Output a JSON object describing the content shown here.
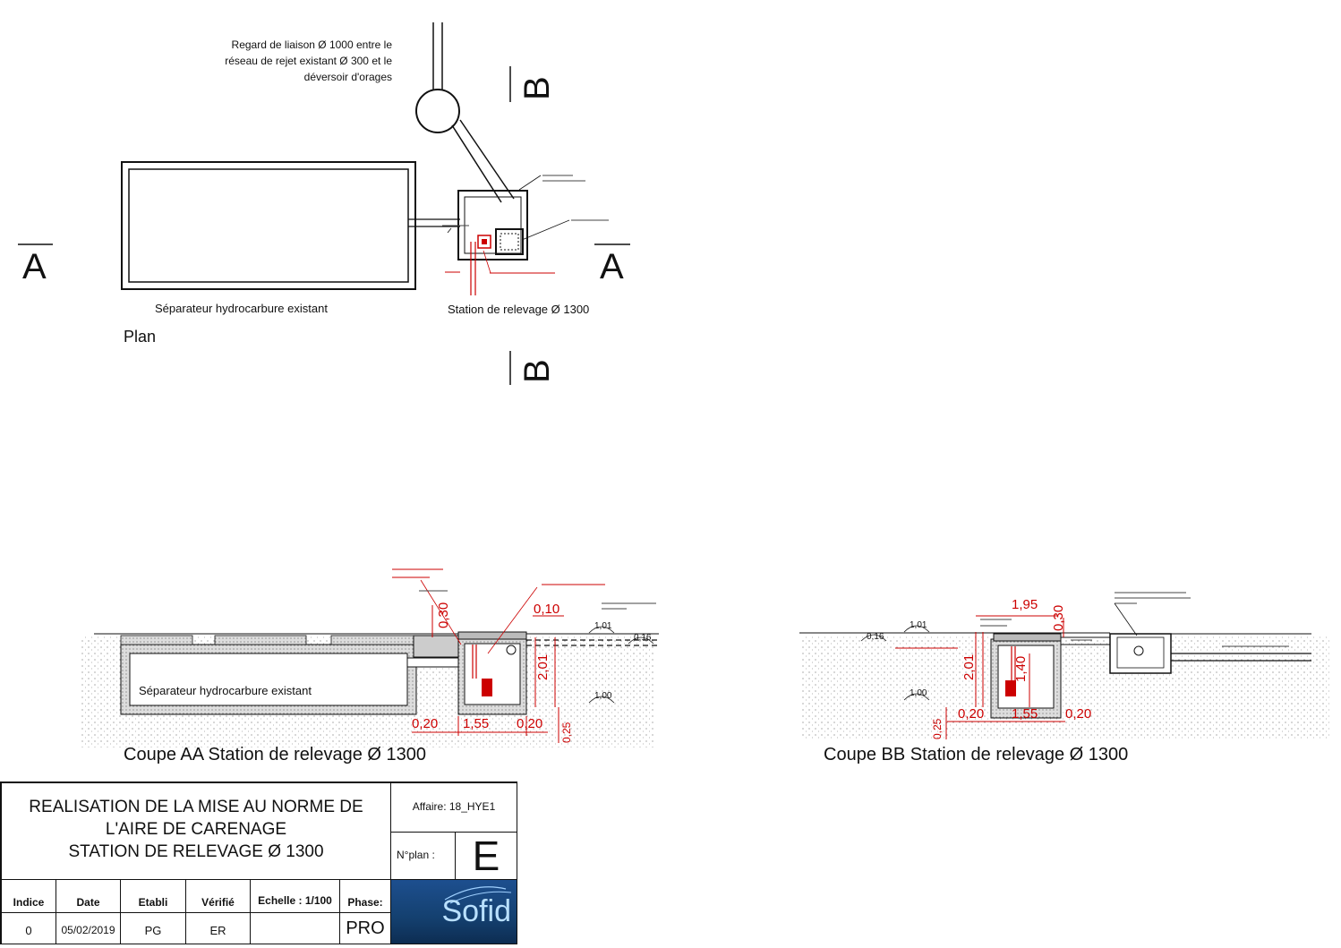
{
  "plan": {
    "note_regard": [
      "Regard de liaison Ø 1000 entre le",
      "réseau de rejet existant Ø 300 et le",
      "déversoir d'orages"
    ],
    "label_separateur": "Séparateur hydrocarbure existant",
    "label_station": "Station de relevage Ø 1300",
    "label_plan": "Plan",
    "section_a": "A",
    "section_b": "B"
  },
  "coupe_aa": {
    "caption": "Coupe AA Station de relevage Ø 1300",
    "label_separateur": "Séparateur hydrocarbure existant",
    "dims": [
      "0,30",
      "0,10",
      "2,01",
      "0,20",
      "1,55",
      "0,20",
      "0,25"
    ],
    "levels": [
      "1,01",
      "0,16",
      "1,00"
    ]
  },
  "coupe_bb": {
    "caption": "Coupe BB Station de relevage Ø 1300",
    "dims": [
      "1,95",
      "0,30",
      "2,01",
      "1,40",
      "0,20",
      "1,55",
      "0,20",
      "0,25"
    ],
    "levels": [
      "1,01",
      "0,16",
      "1,00"
    ]
  },
  "cartouche": {
    "title_line1": "REALISATION DE LA MISE AU NORME DE",
    "title_line2": "L'AIRE DE CARENAGE",
    "title_line3": "STATION DE RELEVAGE Ø 1300",
    "affaire": "Affaire: 18_HYE1",
    "nplan_label": "N°plan :",
    "nplan_value": "E",
    "headers": [
      "Indice",
      "Date",
      "Etabli",
      "Vérifié",
      "Echelle : 1/100",
      "Phase:"
    ],
    "values": [
      "0",
      "05/02/2019",
      "PG",
      "ER",
      "",
      "PRO"
    ],
    "logo_text": "Sofid",
    "colors": {
      "logo_bg": "#1d4f8f",
      "red_annotations": "#c00000"
    }
  }
}
